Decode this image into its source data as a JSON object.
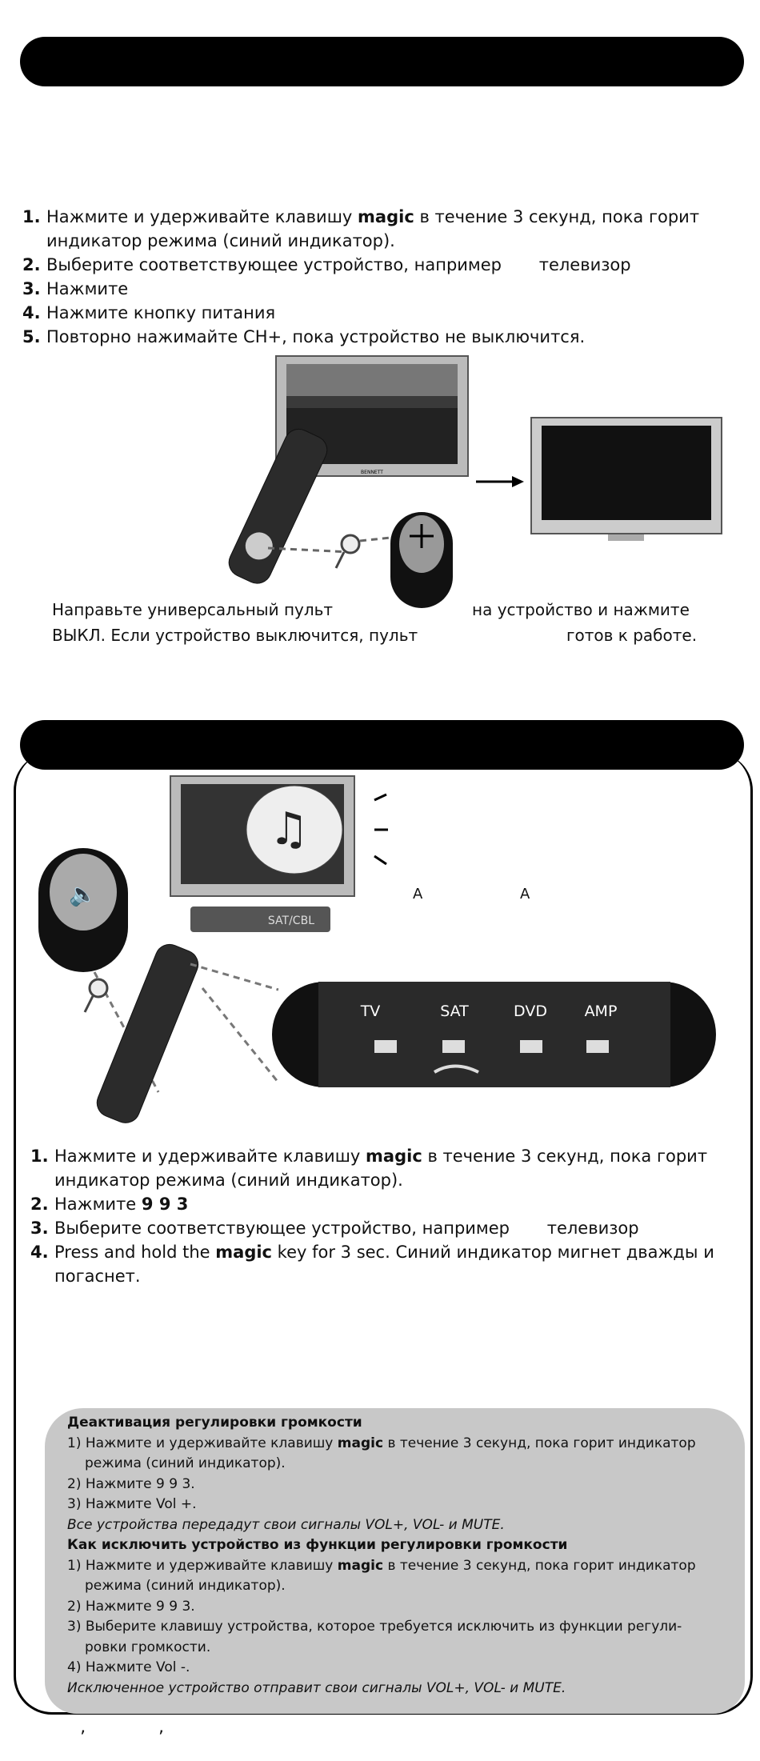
{
  "section1": {
    "steps": [
      {
        "num": "1.",
        "pre": "Нажмите и удерживайте клавишу ",
        "bold": "magic",
        "post": " в течение 3 секунд, пока горит",
        "line2": "индикатор режима (синий индикатор)."
      },
      {
        "num": "2.",
        "text": "Выберите соответствующее устройство, например       телевизор"
      },
      {
        "num": "3.",
        "text": "Нажмите"
      },
      {
        "num": "4.",
        "text": "Нажмите кнопку питания"
      },
      {
        "num": "5.",
        "text": "Повторно нажимайте CH+, пока устройство не выключится."
      }
    ],
    "caption": {
      "l1a": "Направьте универсальный пульт",
      "l1b": "на устройство и нажмите",
      "l2a": "ВЫКЛ.   Если устройство выключится, пульт",
      "l2b": "готов к работе."
    },
    "tv_brand": "BENNETT"
  },
  "section2": {
    "device_labels": {
      "a1": "A",
      "a2": "A"
    },
    "box_label": "SAT/CBL",
    "mode_keys": [
      "TV",
      "SAT",
      "DVD",
      "AMP"
    ],
    "steps": [
      {
        "num": "1.",
        "pre": "Нажмите и удерживайте клавишу ",
        "bold": "magic",
        "post": " в течение 3 секунд, пока горит",
        "line2": "индикатор режима (синий индикатор)."
      },
      {
        "num": "2.",
        "pre": "Нажмите ",
        "bold": "9 9 3"
      },
      {
        "num": "3.",
        "text": "Выберите соответствующее устройство, например       телевизор"
      },
      {
        "num": "4.",
        "pre": "Press and hold the ",
        "bold": "magic",
        "post": " key for 3 sec. Синий индикатор мигнет дважды и",
        "line2": "погаснет."
      }
    ],
    "note": {
      "h1": "Деактивация регулировки громкости",
      "a1a": "1) Нажмите и удерживайте клавишу ",
      "a1b": "magic",
      "a1c": " в течение 3 секунд, пока горит индикатор режима (синий индикатор).",
      "a2": "2) Нажмите 9 9 3.",
      "a3": "3) Нажмите Vol +.",
      "a4": "Все устройства передадут свои сигналы VOL+, VOL- и MUTE.",
      "h2": "Как исключить устройство из функции регулировки громкости",
      "b1a": "1) Нажмите и удерживайте клавишу ",
      "b1b": "magic",
      "b1c": " в течение 3 секунд, пока горит индикатор режима (синий индикатор).",
      "b2": "2) Нажмите 9 9 3.",
      "b3": "3) Выберите клавишу устройства, которое требуется исключить из функции регули-ровки громкости.",
      "b4": "4) Нажмите Vol -.",
      "b5": "Исключенное устройство отправит свои сигналы VOL+, VOL- и MUTE."
    }
  },
  "footer": {
    "marks": "’             ’"
  }
}
